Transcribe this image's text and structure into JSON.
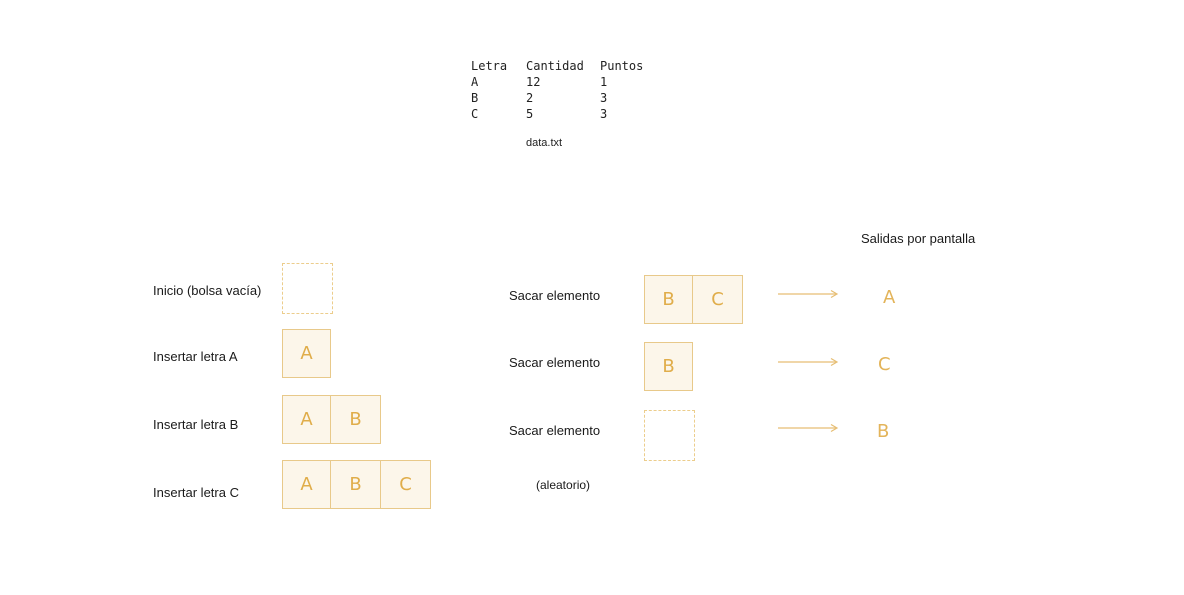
{
  "table": {
    "headers": [
      "Letra",
      "Cantidad",
      "Puntos"
    ],
    "rows": [
      [
        "A",
        "12",
        "1"
      ],
      [
        "B",
        "2",
        "3"
      ],
      [
        "C",
        "5",
        "3"
      ]
    ],
    "caption": "data.txt"
  },
  "insert_steps": [
    {
      "label": "Inicio (bolsa vacía)",
      "cells": []
    },
    {
      "label": "Insertar letra A",
      "cells": [
        "A"
      ]
    },
    {
      "label": "Insertar letra B",
      "cells": [
        "A",
        "B"
      ]
    },
    {
      "label": "Insertar letra C",
      "cells": [
        "A",
        "B",
        "C"
      ]
    }
  ],
  "remove_steps": [
    {
      "label": "Sacar elemento",
      "cells": [
        "B",
        "C"
      ],
      "output": "A"
    },
    {
      "label": "Sacar elemento",
      "cells": [
        "B"
      ],
      "output": "C"
    },
    {
      "label": "Sacar elemento",
      "cells": [],
      "output": "B"
    }
  ],
  "random_note": "(aleatorio)",
  "output_header": "Salidas por pantalla",
  "colors": {
    "box_fill": "#fcf6ea",
    "box_border": "#e8c98a",
    "letter": "#e0ad4a",
    "arrow": "#e6be74"
  }
}
